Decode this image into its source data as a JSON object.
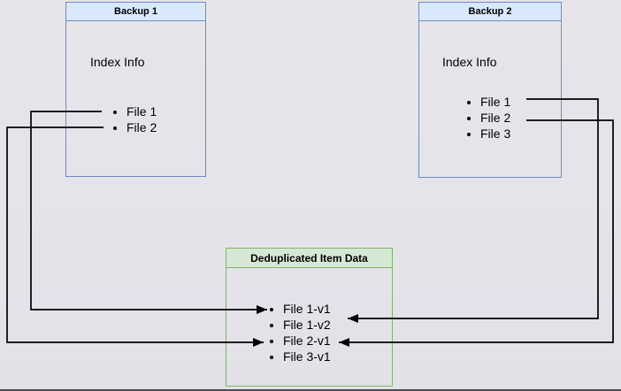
{
  "colors": {
    "background": "#e5e4ea",
    "backup_fill": "#dae8fc",
    "backup_stroke": "#6c8ebf",
    "dedup_fill": "#d5e8d4",
    "dedup_stroke": "#82b366",
    "arrow": "#000000"
  },
  "boxes": {
    "backup1": {
      "title": "Backup 1",
      "subtitle": "Index Info",
      "files": [
        "File 1",
        "File 2"
      ]
    },
    "backup2": {
      "title": "Backup 2",
      "subtitle": "Index Info",
      "files": [
        "File 1",
        "File 2",
        "File 3"
      ]
    },
    "dedup": {
      "title": "Deduplicated Item Data",
      "items": [
        "File 1-v1",
        "File 1-v2",
        "File 2-v1",
        "File 3-v1"
      ]
    }
  },
  "edges": [
    {
      "from": "Backup 1 / File 1",
      "to": "Deduplicated Item Data / File 1-v1"
    },
    {
      "from": "Backup 1 / File 2",
      "to": "Deduplicated Item Data / File 2-v1"
    },
    {
      "from": "Backup 2 / File 1",
      "to": "Deduplicated Item Data / File 1-v2"
    },
    {
      "from": "Backup 2 / File 2",
      "to": "Deduplicated Item Data / File 2-v1"
    }
  ]
}
